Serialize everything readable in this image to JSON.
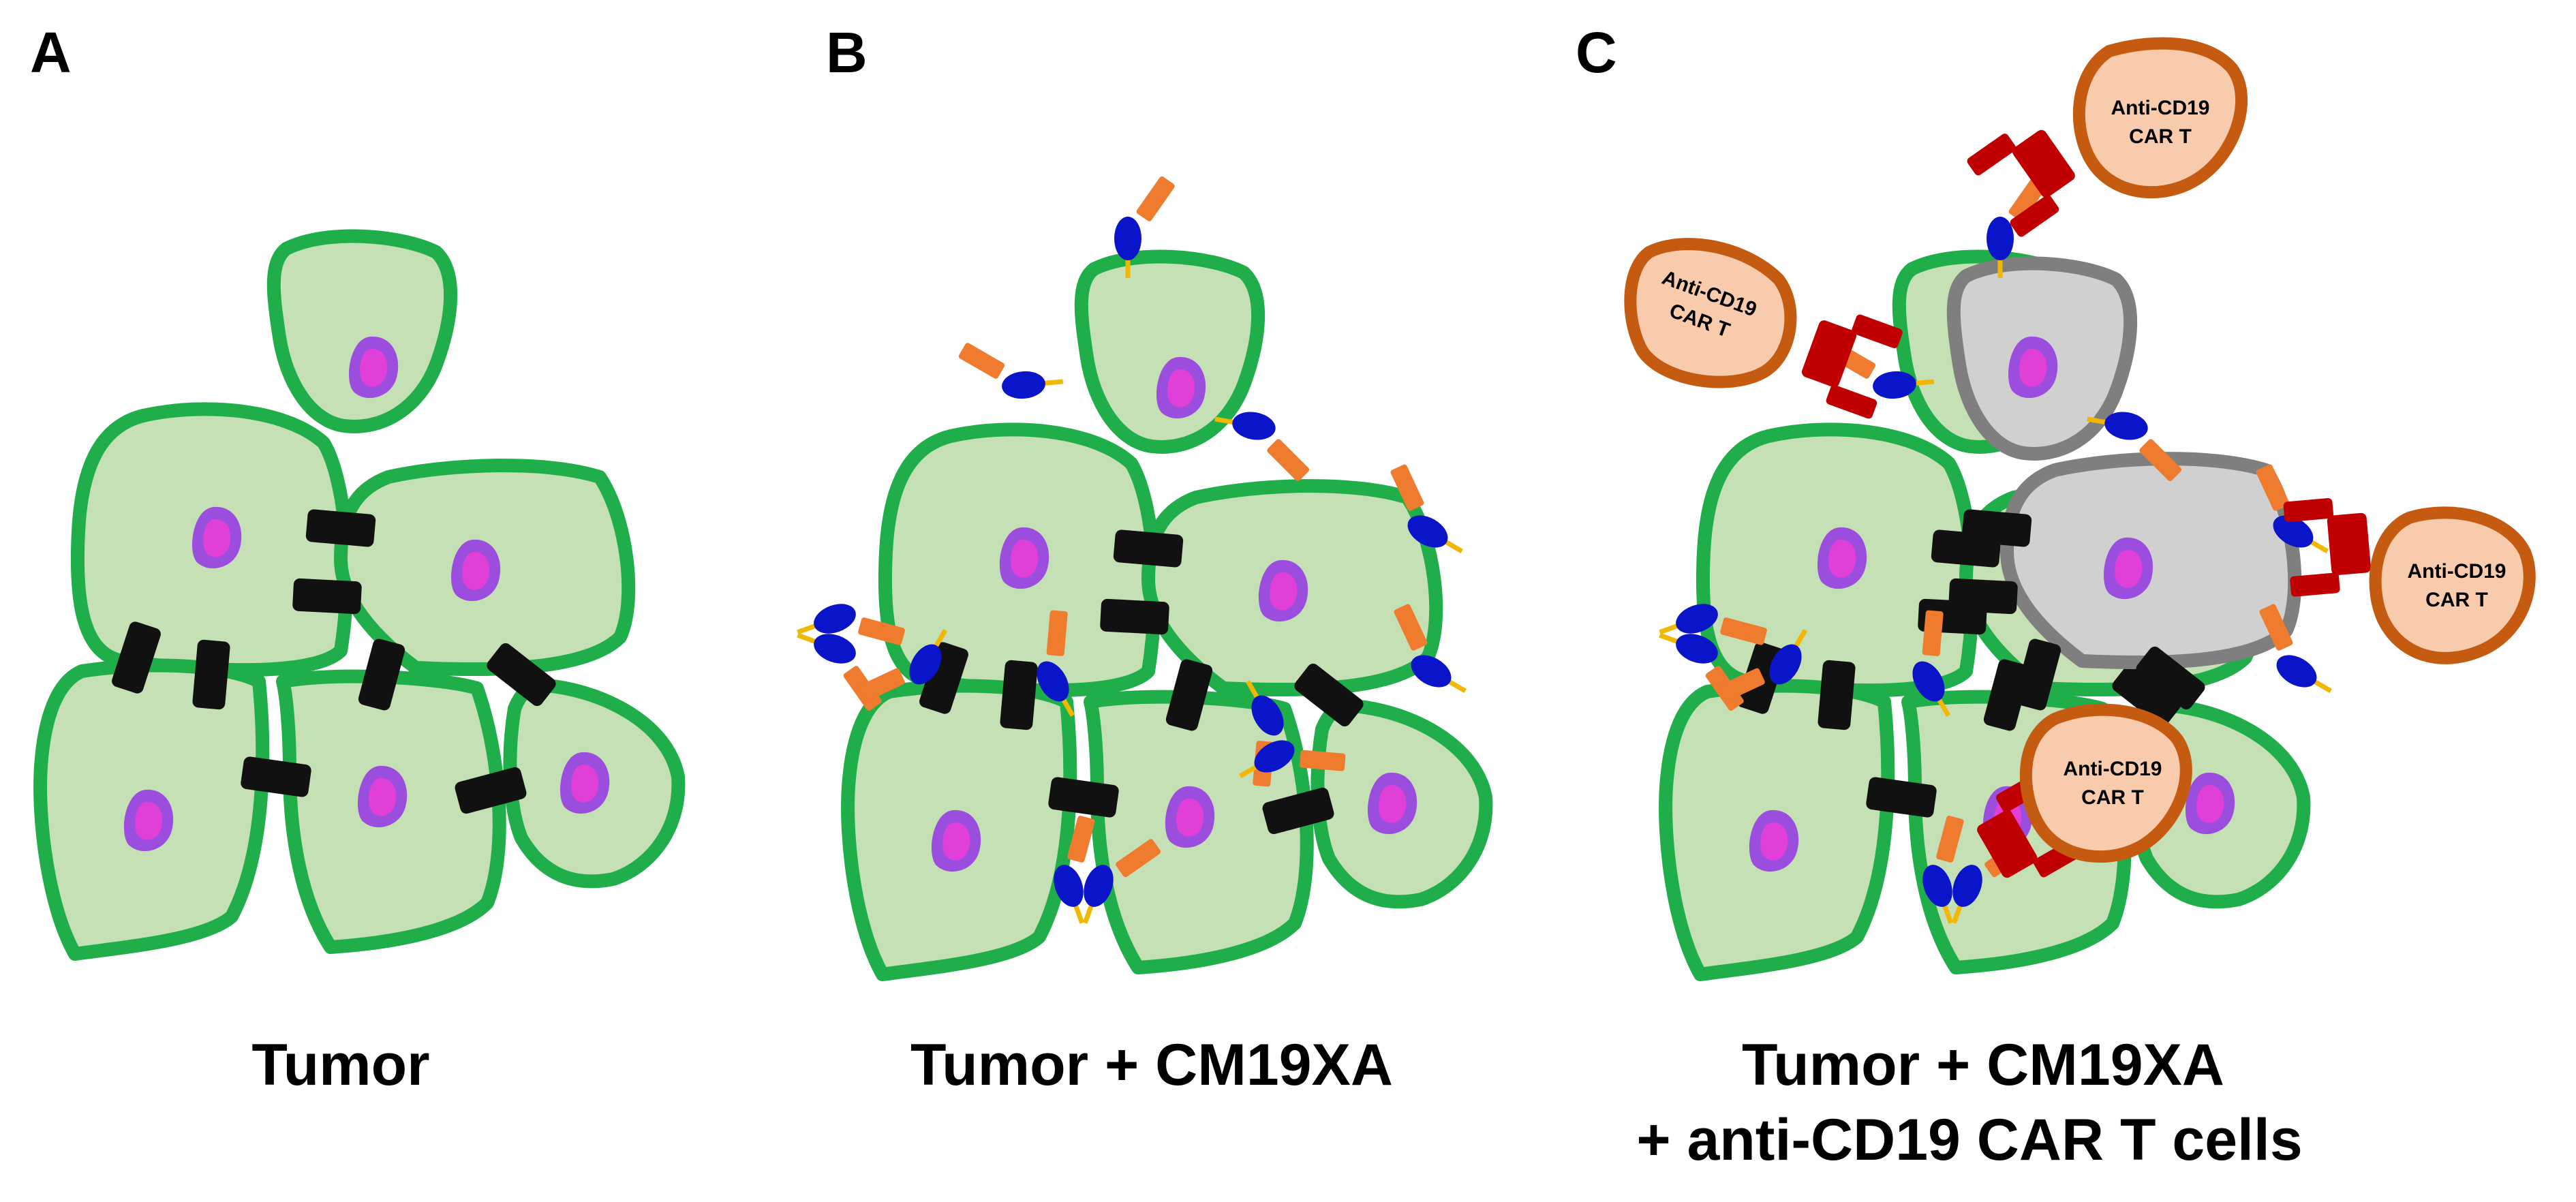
{
  "panels": [
    {
      "label": "A",
      "caption_lines": [
        "Tumor"
      ]
    },
    {
      "label": "B",
      "caption_lines": [
        "Tumor + CM19XA"
      ]
    },
    {
      "label": "C",
      "caption_lines": [
        "Tumor + CM19XA",
        "+ anti-CD19 CAR T cells"
      ]
    }
  ],
  "car_t_label": [
    "Anti-CD19",
    "CAR T"
  ],
  "colors": {
    "cell_fill": "#c5e0b4",
    "cell_border": "#1fae4a",
    "killed_cell_fill": "#d0d0d0",
    "killed_cell_border": "#7f7f7f",
    "nucleus_outer": "#9b4dde",
    "nucleus_inner": "#e040d8",
    "junction": "#111111",
    "cm19xa_anchor": "#0a14c8",
    "cm19xa_arm": "#ef7b2e",
    "cm19xa_linker": "#f0b800",
    "car_t_fill": "#f8cbad",
    "car_t_border": "#c55a11",
    "car_receptor": "#c00000"
  }
}
